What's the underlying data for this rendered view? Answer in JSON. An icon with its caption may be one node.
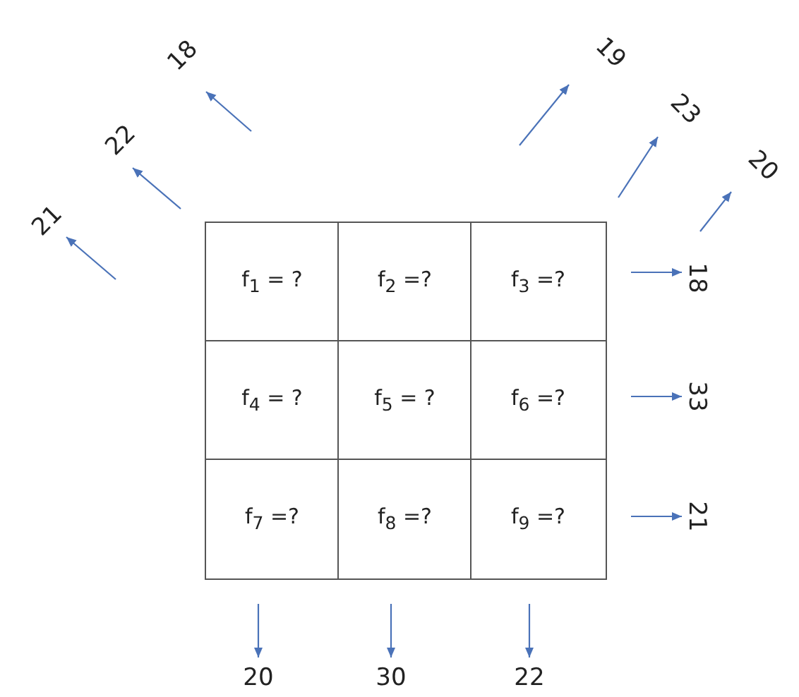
{
  "diagram": {
    "nodes": [
      {
        "text": [
          "f$_{1}$ = ?"
        ]
      },
      {
        "text": [
          "f$_{2}$ =?"
        ]
      },
      {
        "text": [
          "f$_{3}$ =?"
        ]
      },
      {
        "text": [
          "f$_{4}$ = ?"
        ]
      },
      {
        "text": [
          "f$_{5}$ = ?"
        ]
      },
      {
        "text": [
          "f$_{6}$ =?"
        ]
      },
      {
        "text": [
          "f$_{7}$ =?"
        ]
      },
      {
        "text": [
          "f$_{8}$ =?"
        ]
      },
      {
        "text": [
          "f$_{9}$ =?"
        ]
      },
      {
        "text": [
          "21"
        ]
      },
      {
        "text": [
          "22"
        ]
      },
      {
        "text": [
          "18"
        ]
      },
      {
        "text": [
          "19"
        ]
      },
      {
        "text": [
          "23"
        ]
      },
      {
        "text": [
          "20"
        ]
      },
      {
        "text": [
          "18"
        ]
      },
      {
        "text": [
          "33"
        ]
      },
      {
        "text": [
          "21"
        ]
      },
      {
        "text": [
          "20"
        ]
      },
      {
        "text": [
          "30"
        ]
      },
      {
        "text": [
          "22"
        ]
      }
    ],
    "edges": [
      {
        "from": null,
        "to": 9,
        "arrow": "to"
      },
      {
        "from": null,
        "to": 10,
        "arrow": "to"
      },
      {
        "from": null,
        "to": 11,
        "arrow": "to"
      },
      {
        "from": null,
        "to": 12,
        "arrow": "to"
      },
      {
        "from": null,
        "to": 13,
        "arrow": "to"
      },
      {
        "from": null,
        "to": 14,
        "arrow": "to"
      },
      {
        "from": null,
        "to": 15,
        "arrow": "to"
      },
      {
        "from": null,
        "to": 16,
        "arrow": "to"
      },
      {
        "from": null,
        "to": 17,
        "arrow": "to"
      },
      {
        "from": null,
        "to": 18,
        "arrow": "to"
      },
      {
        "from": null,
        "to": 19,
        "arrow": "to"
      },
      {
        "from": null,
        "to": 20,
        "arrow": "to"
      }
    ]
  }
}
